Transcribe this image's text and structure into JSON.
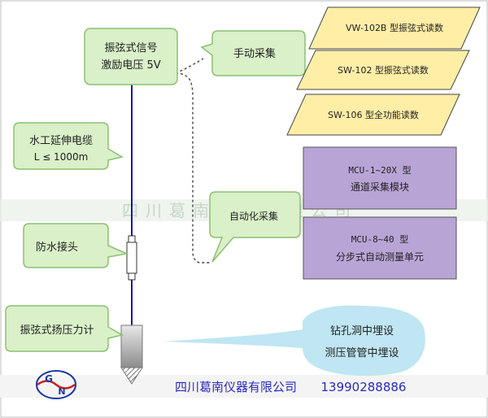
{
  "signal_box": {
    "line1": "振弦式信号",
    "line2": "激励电压 5V"
  },
  "cable_label": {
    "line1": "水工延伸电缆",
    "line2": "L ≤ 1000m"
  },
  "connector_label": "防水接头",
  "sensor_label": "振弦式扬压力计",
  "manual_label": "手动采集",
  "auto_label": "自动化采集",
  "readers": [
    "VW-102B 型振弦式读数",
    "SW-102 型振弦式读数",
    "SW-106 型全功能读数"
  ],
  "modules": [
    {
      "line1": "MCU-1~20X 型",
      "line2": "通道采集模块"
    },
    {
      "line1": "MCU-8~40 型",
      "line2": "分步式自动测量单元"
    }
  ],
  "install_cloud": {
    "line1": "钻孔洞中埋设",
    "line2": "测压管管中埋设"
  },
  "watermark": "四川葛南仪器有限公司",
  "footer": {
    "company": "四川葛南仪器有限公司",
    "phone": "13990288886"
  },
  "logo": {
    "letter1": "G",
    "letter2": "N"
  },
  "colors": {
    "callout_fill": "#d9f0c8",
    "callout_stroke": "#8cc070",
    "reader_fill": "#ffeea6",
    "module_fill": "#b9a4d6",
    "cable": "#1818b0",
    "cloud": "#bfe6f2"
  }
}
